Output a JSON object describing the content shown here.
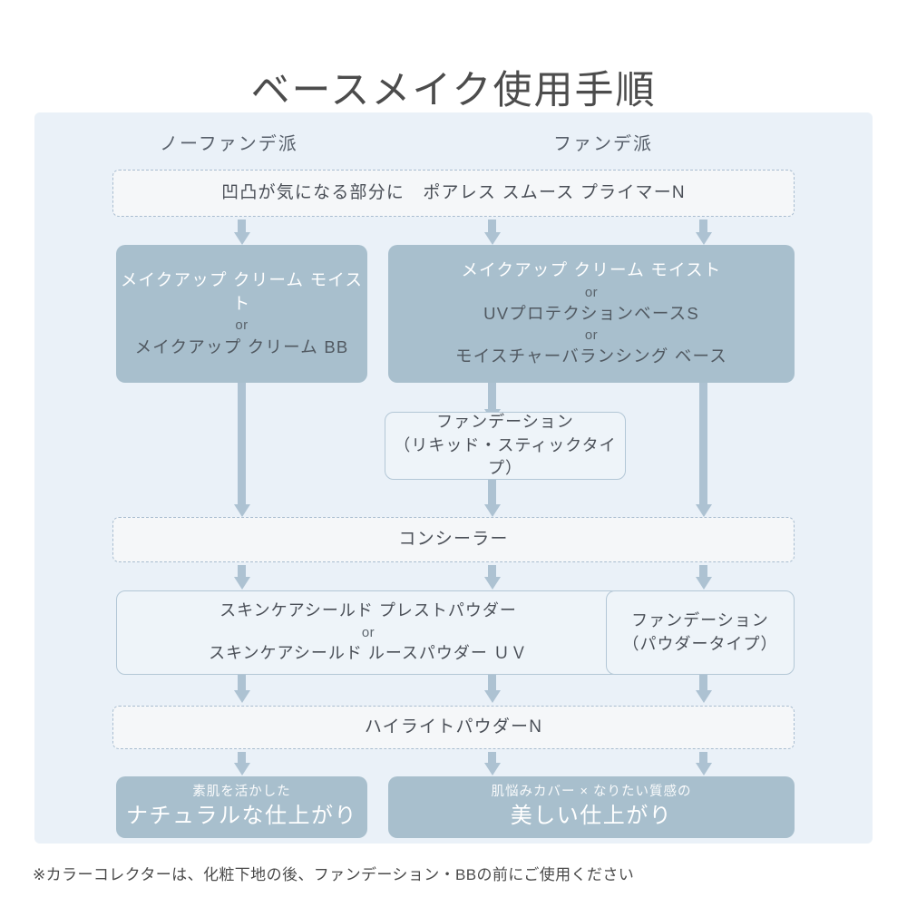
{
  "page": {
    "title": "ベースメイク使用手順",
    "footnote": "※カラーコレクターは、化粧下地の後、ファンデーション・BBの前にご使用ください"
  },
  "columns": {
    "left_header": "ノーファンデ派",
    "right_header": "ファンデ派"
  },
  "chart_data": {
    "type": "flowchart",
    "title": "ベースメイク使用手順",
    "lanes": [
      "ノーファンデ派",
      "ファンデ派"
    ],
    "nodes": [
      {
        "id": "primer",
        "style": "dashed",
        "span": "full",
        "lines": [
          "凹凸が気になる部分に　ポアレス スムース プライマーN"
        ]
      },
      {
        "id": "base-left",
        "style": "solid",
        "lane": "ノーファンデ派",
        "lines": [
          "メイクアップ クリーム モイスト",
          "or",
          "メイクアップ クリーム BB"
        ]
      },
      {
        "id": "base-right",
        "style": "solid",
        "lane": "ファンデ派",
        "lines": [
          "メイクアップ クリーム モイスト",
          "or",
          "UVプロテクションベースS",
          "or",
          "モイスチャーバランシング ベース"
        ]
      },
      {
        "id": "foundation-liquid",
        "style": "outline",
        "lane": "ファンデ派",
        "lines": [
          "ファンデーション",
          "（リキッド・スティックタイプ）"
        ]
      },
      {
        "id": "concealer",
        "style": "dashed",
        "span": "full",
        "lines": [
          "コンシーラー"
        ]
      },
      {
        "id": "powder",
        "style": "outline",
        "lane": "both",
        "lines": [
          "スキンケアシールド プレストパウダー",
          "or",
          "スキンケアシールド ルースパウダー ＵＶ"
        ]
      },
      {
        "id": "foundation-powder",
        "style": "outline",
        "lane": "ファンデ派",
        "lines": [
          "ファンデーション",
          "（パウダータイプ）"
        ]
      },
      {
        "id": "highlight",
        "style": "dashed",
        "span": "full",
        "lines": [
          "ハイライトパウダーN"
        ]
      },
      {
        "id": "result-left",
        "style": "solid",
        "lane": "ノーファンデ派",
        "lines": [
          "素肌を活かした",
          "ナチュラルな仕上がり"
        ]
      },
      {
        "id": "result-right",
        "style": "solid",
        "lane": "ファンデ派",
        "lines": [
          "肌悩みカバー × なりたい質感の",
          "美しい仕上がり"
        ]
      }
    ],
    "edges": [
      {
        "from": "primer",
        "to": "base-left",
        "type": "arrow"
      },
      {
        "from": "primer",
        "to": "base-right",
        "type": "arrow"
      },
      {
        "from": "base-left",
        "to": "concealer",
        "type": "arrow"
      },
      {
        "from": "base-right",
        "to": "foundation-liquid",
        "type": "arrow"
      },
      {
        "from": "base-right",
        "to": "concealer",
        "type": "arrow"
      },
      {
        "from": "foundation-liquid",
        "to": "concealer",
        "type": "arrow"
      },
      {
        "from": "concealer",
        "to": "powder",
        "type": "arrow"
      },
      {
        "from": "concealer",
        "to": "foundation-powder",
        "type": "arrow"
      },
      {
        "from": "powder",
        "to": "highlight",
        "type": "arrow"
      },
      {
        "from": "foundation-powder",
        "to": "highlight",
        "type": "arrow"
      },
      {
        "from": "highlight",
        "to": "result-left",
        "type": "arrow"
      },
      {
        "from": "highlight",
        "to": "result-right",
        "type": "arrow"
      }
    ]
  },
  "nodes": {
    "primer": {
      "text": "凹凸が気になる部分に　ポアレス スムース プライマーN"
    },
    "base_left": {
      "line1": "メイクアップ クリーム モイスト",
      "or": "or",
      "line2": "メイクアップ クリーム BB"
    },
    "base_right": {
      "line1": "メイクアップ クリーム モイスト",
      "or1": "or",
      "line2": "UVプロテクションベースS",
      "or2": "or",
      "line3": "モイスチャーバランシング ベース"
    },
    "foundation_liquid": {
      "line1": "ファンデーション",
      "line2": "（リキッド・スティックタイプ）"
    },
    "concealer": {
      "text": "コンシーラー"
    },
    "powder": {
      "line1": "スキンケアシールド プレストパウダー",
      "or": "or",
      "line2": "スキンケアシールド ルースパウダー ＵＶ"
    },
    "foundation_powder": {
      "line1": "ファンデーション",
      "line2": "（パウダータイプ）"
    },
    "highlight": {
      "text": "ハイライトパウダーN"
    },
    "result_left": {
      "small": "素肌を活かした",
      "big": "ナチュラルな仕上がり"
    },
    "result_right": {
      "small": "肌悩みカバー × なりたい質感の",
      "big": "美しい仕上がり"
    }
  },
  "colors": {
    "panel_background": "#eaf1f8",
    "solid_node": "#a8bfcd",
    "connector": "#adc2d2",
    "dashed_border": "#a9bdd0",
    "outline_border": "#b3c7d6",
    "text": "#4a4a4a"
  }
}
